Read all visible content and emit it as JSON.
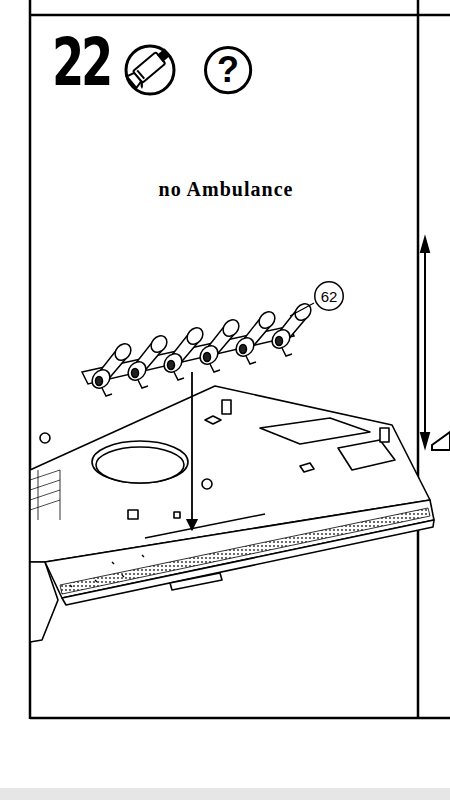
{
  "diagram": {
    "nodes": [
      {
        "text": [
          "?"
        ]
      },
      {
        "text": [
          "62"
        ]
      }
    ],
    "labels": [
      "22",
      "no Ambulance"
    ]
  }
}
